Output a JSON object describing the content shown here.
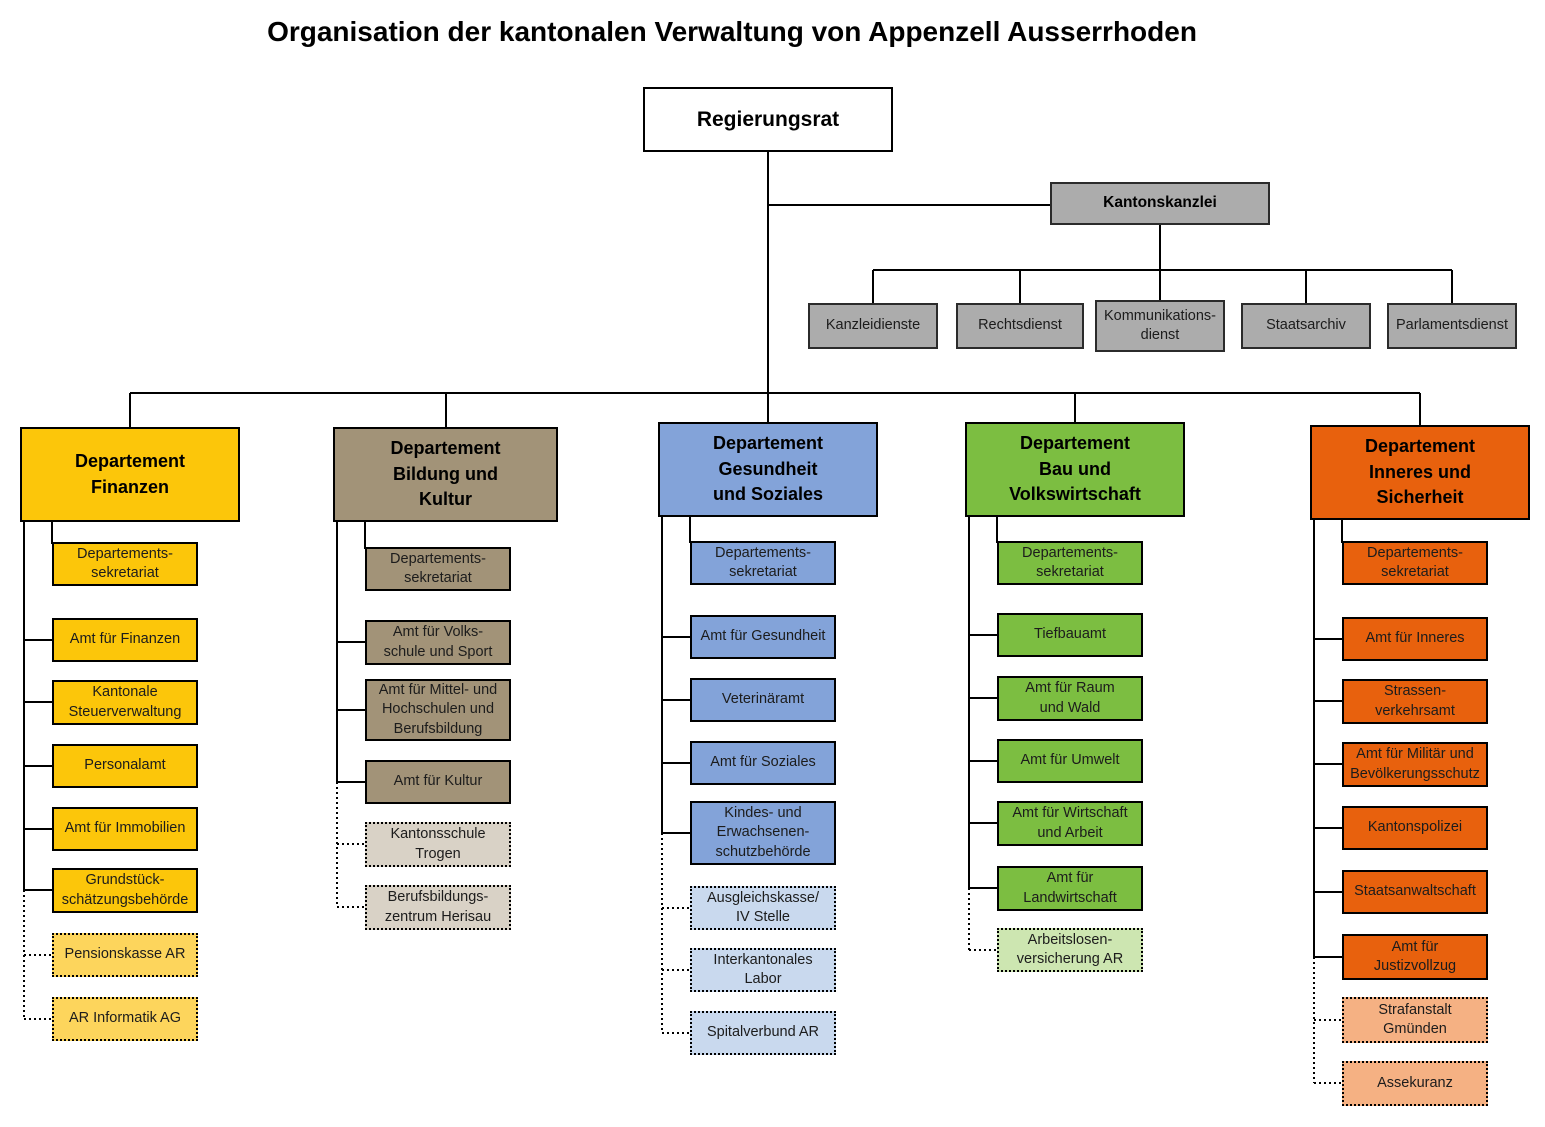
{
  "title": "Organisation der kantonalen Verwaltung von Appenzell Ausserrhoden",
  "regierungsrat": {
    "label": "Regierungsrat"
  },
  "kantonskanzlei": {
    "label": "Kantonskanzlei",
    "color": "#ACACAC",
    "units": [
      "Kanzleidienste",
      "Rechtsdienst",
      "Kommunikations-\ndienst",
      "Staatsarchiv",
      "Parlamentsdienst"
    ]
  },
  "departments": [
    {
      "id": "finanzen",
      "label": "Departement\nFinanzen",
      "color": "#FCC60A",
      "light_color": "#FDD55C",
      "units": [
        "Departements-\nsekretariat",
        "Amt für Finanzen",
        "Kantonale\nSteuerverwaltung",
        "Personalamt",
        "Amt für Immobilien",
        "Grundstück-\nschätzungsbehörde"
      ],
      "affiliated": [
        "Pensionskasse AR",
        "AR Informatik AG"
      ]
    },
    {
      "id": "bildung-kultur",
      "label": "Departement\nBildung und\nKultur",
      "color": "#A29378",
      "light_color": "#D9D2C6",
      "units": [
        "Departements-\nsekretariat",
        "Amt für Volks-\nschule und Sport",
        "Amt für Mittel- und\nHochschulen und\nBerufsbildung",
        "Amt für Kultur"
      ],
      "affiliated": [
        "Kantonsschule\nTrogen",
        "Berufsbildungs-\nzentrum Herisau"
      ]
    },
    {
      "id": "gesundheit-soziales",
      "label": "Departement\nGesundheit\nund Soziales",
      "color": "#83A3D9",
      "light_color": "#C9D9EE",
      "units": [
        "Departements-\nsekretariat",
        "Amt für Gesundheit",
        "Veterinäramt",
        "Amt für Soziales",
        "Kindes- und\nErwachsenen-\nschutzbehörde"
      ],
      "affiliated": [
        "Ausgleichskasse/\nIV Stelle",
        "Interkantonales\nLabor",
        "Spitalverbund AR"
      ]
    },
    {
      "id": "bau-volkswirtschaft",
      "label": "Departement\nBau und\nVolkswirtschaft",
      "color": "#7CBE41",
      "light_color": "#CDE6B1",
      "units": [
        "Departements-\nsekretariat",
        "Tiefbauamt",
        "Amt für Raum\nund Wald",
        "Amt für Umwelt",
        "Amt für Wirtschaft\nund Arbeit",
        "Amt für\nLandwirtschaft"
      ],
      "affiliated": [
        "Arbeitslosen-\nversicherung AR"
      ]
    },
    {
      "id": "inneres-sicherheit",
      "label": "Departement\nInneres und\nSicherheit",
      "color": "#E8610D",
      "light_color": "#F5B183",
      "units": [
        "Departements-\nsekretariat",
        "Amt für Inneres",
        "Strassen-\nverkehrsamt",
        "Amt für Militär und\nBevölkerungsschutz",
        "Kantonspolizei",
        "Staatsanwaltschaft",
        "Amt für\nJustizvollzug"
      ],
      "affiliated": [
        "Strafanstalt\nGmünden",
        "Assekuranz"
      ]
    }
  ]
}
